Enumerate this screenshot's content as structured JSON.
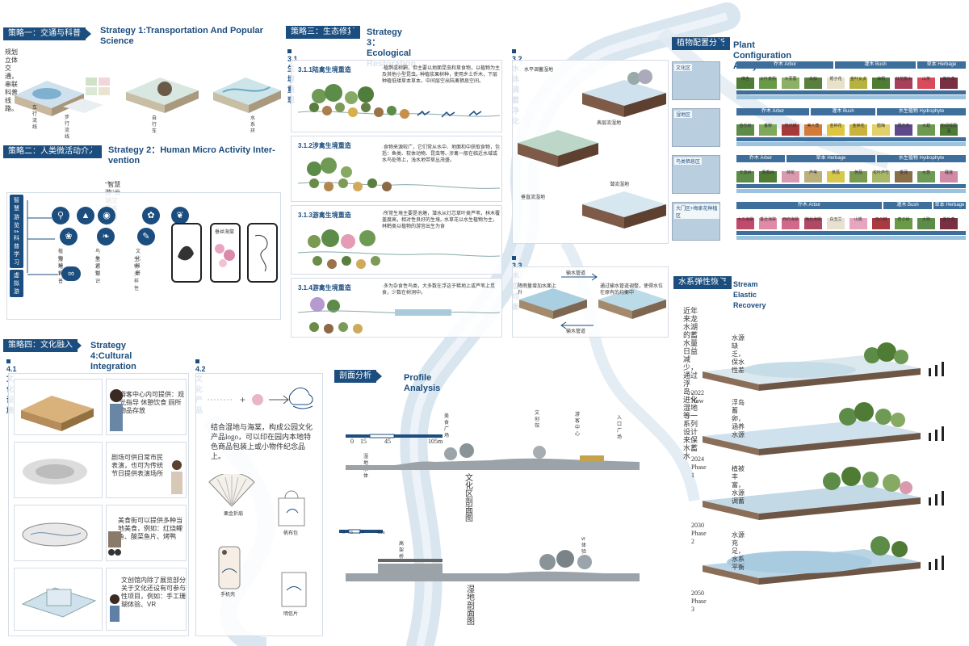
{
  "strategy1": {
    "tag": "策略一：交通与科普",
    "title": "Strategy 1:Transportation And Popular Science",
    "desc": "规划立体交通，串联科普线路。",
    "model_labels": [
      "车行流线",
      "步行流线",
      "自行车",
      "水系环"
    ]
  },
  "strategy2": {
    "tag": "策略二：人类微活动介入",
    "title": "Strategy 2：Human Micro Activity Inter-vention",
    "system_title": "\"智慧游\"云端交互系统设计",
    "tree": [
      "智慧游",
      "游览路线",
      "科普学习",
      "虚拟游"
    ],
    "icons": [
      {
        "icon": "location-icon",
        "label": ""
      },
      {
        "icon": "graduation-icon",
        "label": ""
      },
      {
        "icon": "camera-icon",
        "label": ""
      },
      {
        "icon": "palette-icon",
        "label": ""
      },
      {
        "icon": "bird-icon",
        "label": ""
      }
    ],
    "icon_labels_row2": [
      "植物辨识",
      "鸟类识别",
      "文化科普",
      "湿地科普",
      "生态常识",
      "生物多样性"
    ],
    "phone_text": "垂丝海棠"
  },
  "strategy3": {
    "tag": "策略三：生态修复",
    "title": "Strategy 3：Ecological Restoration",
    "s31": "3.1生境重现",
    "rows": [
      {
        "title": "3.1.1陆禽生境重造",
        "desc": "·植鹊或树鹛，但主要以地面昆虫和草食物，以植物为主及其他小型昆虫。·种植浆果树种，使用乡土乔木，下层种植低矮草本草本，中间层空出陆禽栖息空间。"
      },
      {
        "title": "3.1.2涉禽生境重造",
        "desc": "·食物来源较广，它们常从水中、地面和中获取食物，包括：鱼类、软体动物、昆虫等。·涉禽一般在临近水域或水鸟处等上，浅水地带草丛茂盛。"
      },
      {
        "title": "3.1.3游禽生境重造",
        "desc": "·所常生境主要是池塘，潜水从灯芯草叶类芦苇，林木覆盖度高，相对性良好的生境。·水草花以水生植物为主，林鹤类以植物的游宫出生为食"
      },
      {
        "title": "3.1.4游禽生境重造",
        "desc": "·多为杂食性鸟类，大多数在浮这于稀地上或芦苇上觅食，少数在树洞中。"
      }
    ],
    "s32": "3.2水体调蓄净化",
    "s32_notes": [
      "水平调蓄湿地",
      "表层流湿地",
      "垂直流湿地",
      "潜流湿地"
    ],
    "s33": "3.3水位均衡",
    "s33_labels": [
      "输水管道",
      "输水管道",
      "降雨量增加水面上升",
      "通过输水管道调整，使得水位在原有的均衡中"
    ]
  },
  "plant": {
    "tag": "植物配置分析",
    "title": "Plant Configuration Analysis",
    "rows": [
      {
        "zone": "文化区",
        "cats": [
          "乔木 Arbor",
          "灌木 Bush",
          "草本 Herbage"
        ],
        "names": [
          "樟杏",
          "大叶黄杨",
          "木芙蓉",
          "乌桕",
          "栀子花",
          "金叶女贞",
          "海桐",
          "红花檵木",
          "山茶",
          "紫叶李"
        ]
      },
      {
        "zone": "湿地区",
        "cats": [
          "乔木 Arbor",
          "灌木 Bush",
          "水生植物 Hydrophyte"
        ],
        "names": [
          "伯乐树",
          "垂柳",
          "鸡爪槭",
          "美人蕉",
          "金钟花",
          "金钟花",
          "腊梅",
          "再力花",
          "水蜡",
          "粉绿狐尾藻"
        ]
      },
      {
        "zone": "鸟类栖息区",
        "cats": [
          "乔木 Arbor",
          "草本 Herbage",
          "水生植物 Hydrophyte"
        ],
        "names": [
          "无患树",
          "香香树",
          "荷花",
          "芦苇",
          "黄菖",
          "黄菖",
          "花叶芦竹",
          "香蒲",
          "水葱",
          "睡莲"
        ]
      },
      {
        "zone": "大门区+梅家花种植区",
        "cats": [
          "乔木 Arbor",
          "灌木 Bush",
          "草本 Herbage"
        ],
        "names": [
          "木瓜海棠",
          "垂丝海棠",
          "西府海棠",
          "梅丝海棠",
          "白玉兰",
          "山桃",
          "鸡爪槭",
          "杏子树",
          "大狗",
          "紫叶李"
        ]
      }
    ]
  },
  "stream": {
    "tag": "水系弹性恢复",
    "title": "Stream Elastic Recovery",
    "desc": "近年来龙水湖的蓄水量日益减少，通过浮岛、进化湿地等一系列设计来保水蓄水",
    "phases": [
      {
        "caption": "水源缺乏，保水性差",
        "year": "2022 Now"
      },
      {
        "caption": "浮岛蓄卵，涵养水源",
        "year": "2024 Phase 1"
      },
      {
        "caption": "植被丰富，水源调蓄",
        "year": "2030 Phase 2"
      },
      {
        "caption": "水源充足，水系平衡",
        "year": "2050 Phase 3"
      }
    ]
  },
  "strategy4": {
    "tag": "策略四：文化融入",
    "title": "Strategy 4:Cultural Integration",
    "s41": "4.1文化设施",
    "s42": "4.2文化产品",
    "items": [
      {
        "text": "游客中心内可提供：观光指导 休憩饮食 厕所 物品存放"
      },
      {
        "text": "剧场可供日常市民表演，也可为传统节日提供表演场所"
      },
      {
        "text": "美食街可以提供多种当地美食，例如：红烧鲤鱼、酸菜鱼片、烤鸭"
      },
      {
        "text": "文创馆内除了展览部分关于文化还设有可参与性项目，例如：手工珊瑚体验、VR"
      }
    ],
    "product_text": "结合湿地与海棠，构成公园文化产品logo，可以印在园内本地特色商品包装上或小物件纪念品上。",
    "products": [
      "栗金折扇",
      "帆布包",
      "手机壳",
      "明信片"
    ]
  },
  "profile": {
    "title_cn": "剖面分析",
    "title_en": "Profile Analysis",
    "scale1": [
      "0",
      "15",
      "45",
      "105m"
    ],
    "scale2": [
      "0",
      "6",
      "14",
      "42m"
    ],
    "labels1": [
      "美食广场",
      "文创馆",
      "游客中心",
      "入口广场",
      "湿地水体"
    ],
    "caption1": "文化区剖面图",
    "labels2": [
      "高架桥",
      "vr体验馆"
    ],
    "caption2": "湿地剖面图"
  },
  "colors": {
    "brand": "#1b4d7e",
    "ribbon": "#d5e3ee",
    "water": "#bcd3e3"
  }
}
